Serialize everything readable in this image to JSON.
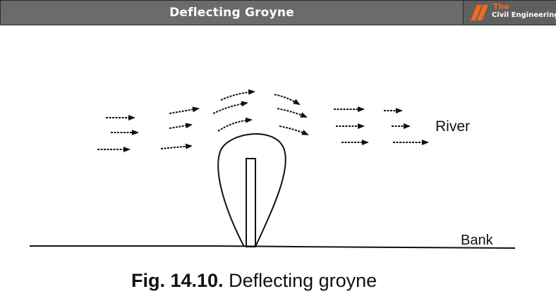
{
  "header": {
    "title": "Deflecting Groyne",
    "logo_the": "The",
    "logo_name": "Civil Engineering"
  },
  "diagram": {
    "river_label": "River",
    "bank_label": "Bank",
    "caption_number": "Fig. 14.10.",
    "caption_text": "Deflecting groyne"
  },
  "colors": {
    "header_bg": "#6b6b6b",
    "logo_accent": "#f26a21",
    "ink": "#111111"
  }
}
